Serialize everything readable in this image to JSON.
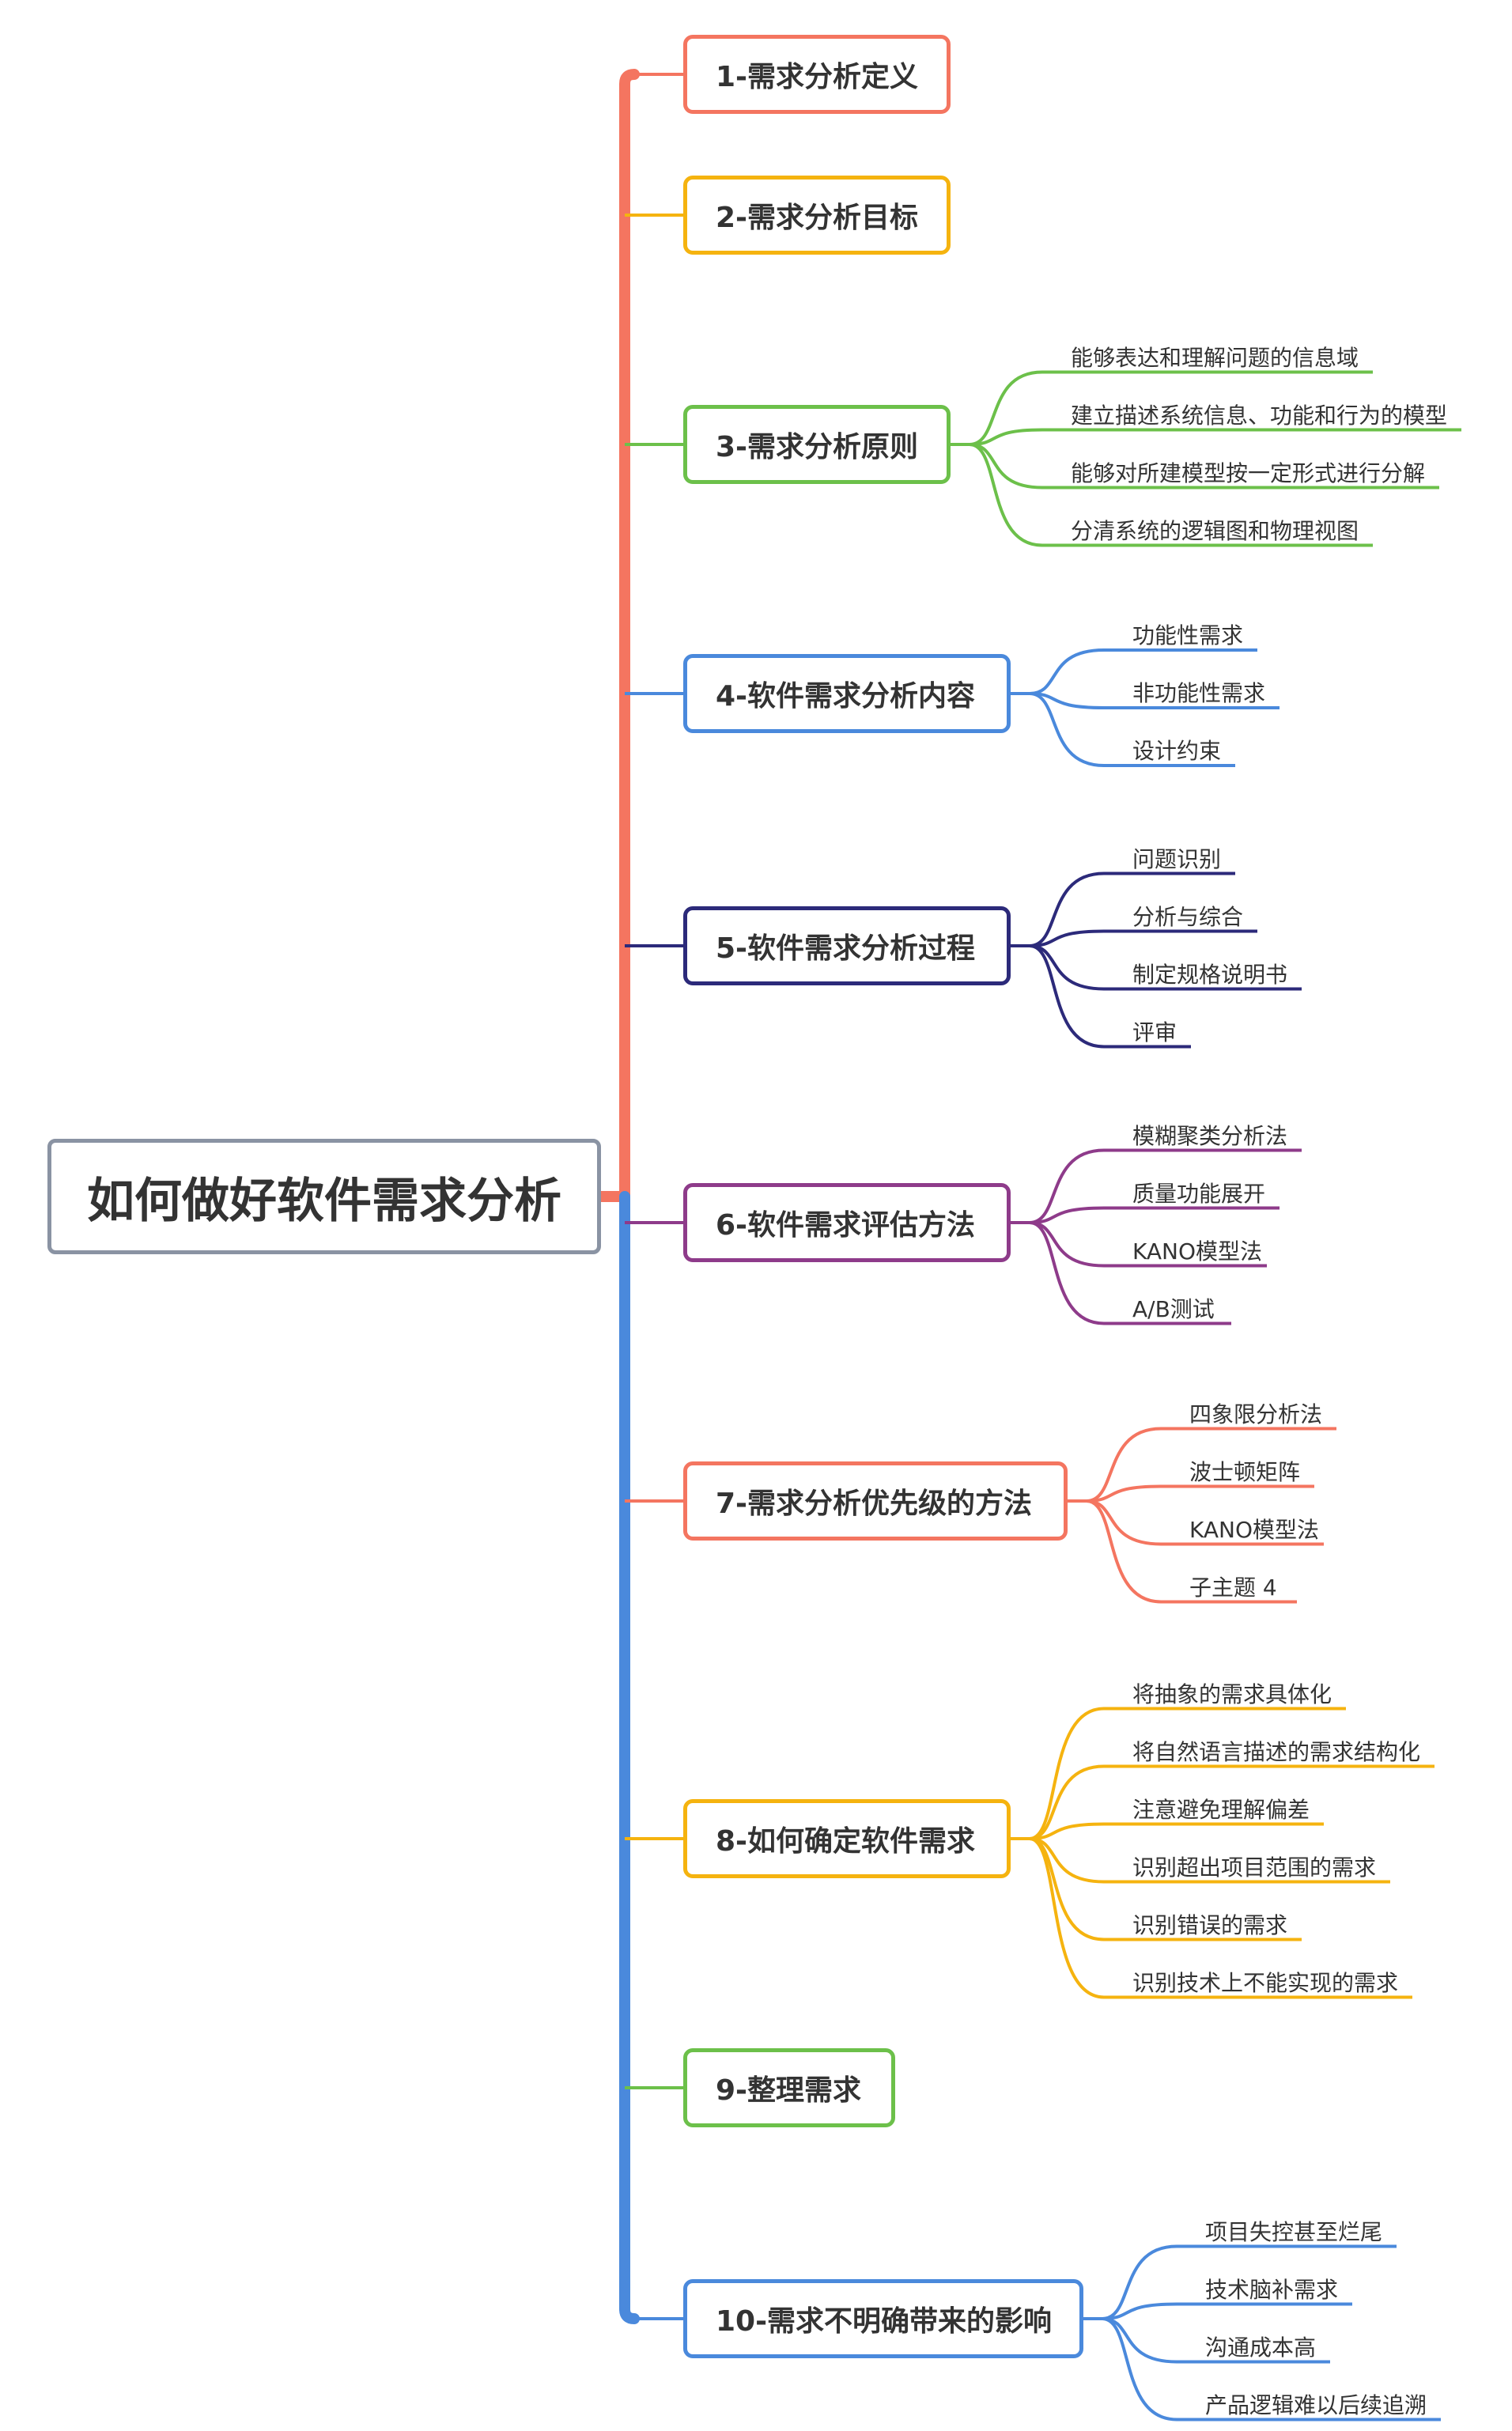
{
  "root": {
    "label": "如何做好软件需求分析"
  },
  "colors": {
    "trunk_top": "#f47560",
    "trunk_bottom": "#4a89dc",
    "root_border": "#8a93a3"
  },
  "topics": [
    {
      "label": "1-需求分析定义",
      "color": "#f47560",
      "items": []
    },
    {
      "label": "2-需求分析目标",
      "color": "#f5b30f",
      "items": []
    },
    {
      "label": "3-需求分析原则",
      "color": "#6cc04a",
      "items": [
        "能够表达和理解问题的信息域",
        "建立描述系统信息、功能和行为的模型",
        "能够对所建模型按一定形式进行分解",
        "分清系统的逻辑图和物理视图"
      ]
    },
    {
      "label": "4-软件需求分析内容",
      "color": "#4a89dc",
      "items": [
        "功能性需求",
        "非功能性需求",
        "设计约束"
      ]
    },
    {
      "label": "5-软件需求分析过程",
      "color": "#2c2a7a",
      "items": [
        "问题识别",
        "分析与综合",
        "制定规格说明书",
        "评审"
      ]
    },
    {
      "label": "6-软件需求评估方法",
      "color": "#8e3b8a",
      "items": [
        "模糊聚类分析法",
        "质量功能展开",
        "KANO模型法",
        "A/B测试"
      ]
    },
    {
      "label": "7-需求分析优先级的方法",
      "color": "#f47560",
      "items": [
        "四象限分析法",
        "波士顿矩阵",
        "KANO模型法",
        "子主题 4"
      ]
    },
    {
      "label": "8-如何确定软件需求",
      "color": "#f5b30f",
      "items": [
        "将抽象的需求具体化",
        "将自然语言描述的需求结构化",
        "注意避免理解偏差",
        "识别超出项目范围的需求",
        "识别错误的需求",
        "识别技术上不能实现的需求"
      ]
    },
    {
      "label": "9-整理需求",
      "color": "#6cc04a",
      "items": []
    },
    {
      "label": "10-需求不明确带来的影响",
      "color": "#4a89dc",
      "items": [
        "项目失控甚至烂尾",
        "技术脑补需求",
        "沟通成本高",
        "产品逻辑难以后续追溯"
      ]
    }
  ]
}
